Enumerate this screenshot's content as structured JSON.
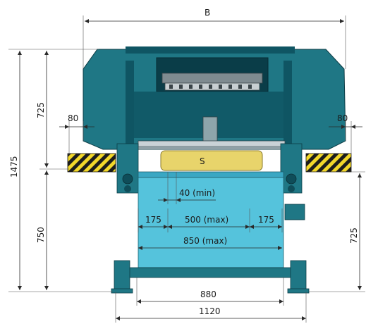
{
  "colors": {
    "machine": "#1f7785",
    "machine_dark": "#0f5563",
    "table_blue": "#55c3dc",
    "table_blue_dark": "#3aa7c3",
    "blade_yellow": "#e8d46b",
    "hazard_yellow": "#f2d72a",
    "hazard_black": "#1d1d1d",
    "dimension_line": "#2a2a2a"
  },
  "labels": {
    "overall_width": "B",
    "total_height": "1475",
    "upper_height": "725",
    "lower_height": "750",
    "right_table_height": "725",
    "side_left": "80",
    "side_right": "80",
    "gap_min": "40 (min)",
    "left_margin": "175",
    "stroke_max": "500 (max)",
    "right_margin": "175",
    "table_max": "850 (max)",
    "base_inner": "880",
    "base_outer": "1120",
    "center_mark": "S"
  }
}
